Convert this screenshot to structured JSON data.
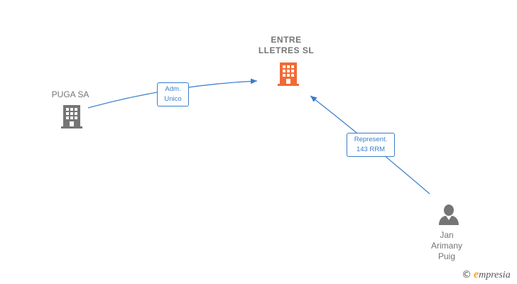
{
  "nodes": {
    "entre": {
      "line1": "ENTRE",
      "line2": "LLETRES  SL",
      "color": "#f26a35"
    },
    "puga": {
      "label": "PUGA SA",
      "color": "#757575"
    },
    "jan": {
      "line1": "Jan",
      "line2": "Arimany",
      "line3": "Puig",
      "color": "#757575"
    }
  },
  "edges": {
    "adm": {
      "line1": "Adm.",
      "line2": "Unico"
    },
    "rep": {
      "line1": "Represent.",
      "line2": "143 RRM"
    }
  },
  "colors": {
    "edge": "#3a7dc9",
    "text": "#757575"
  },
  "watermark": {
    "copyright": "©",
    "e": "e",
    "rest": "mpresia"
  }
}
